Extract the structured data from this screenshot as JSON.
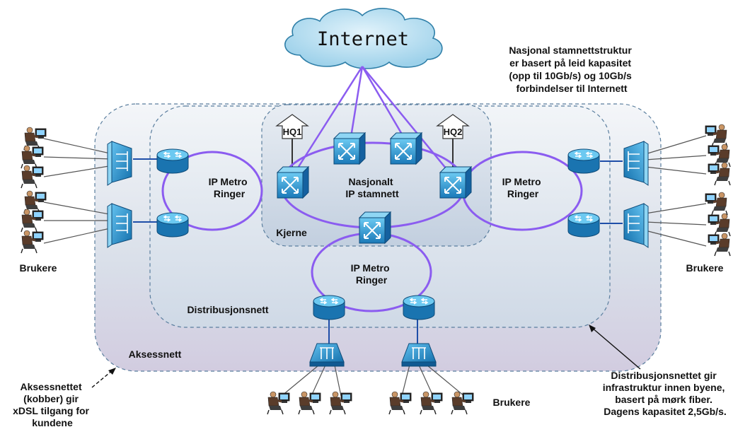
{
  "diagram": {
    "cloud_label": "Internet",
    "backbone_note": [
      "Nasjonal stamnettstruktur",
      "er basert på leid kapasitet",
      "(opp til 10Gb/s) og 10Gb/s",
      "forbindelser til Internett"
    ],
    "hq1": "HQ1",
    "hq2": "HQ2",
    "core_title": [
      "Nasjonalt",
      "IP stamnett"
    ],
    "core_zone": "Kjerne",
    "metro_ring": [
      "IP Metro",
      "Ringer"
    ],
    "distribution_zone": "Distribusjonsnett",
    "access_zone": "Aksessnett",
    "users": "Brukere",
    "access_note": [
      "Aksessnettet",
      "(kobber) gir",
      "xDSL tilgang for",
      "kundene"
    ],
    "distribution_note": [
      "Distribusjonsnettet gir",
      "infrastruktur innen byene,",
      "basert på mørk fiber.",
      "Dagens kapasitet 2,5Gb/s."
    ]
  },
  "colors": {
    "ring": "#8b5cf0",
    "router_blue": "#1f86c8",
    "switch_blue": "#2aa0e0",
    "zone_fill": "#dde4ee",
    "zone_border": "#5a7e9e",
    "cloud": "#b5dcee"
  },
  "icons": {
    "router": "router-icon",
    "core_switch": "switch-icon",
    "access_switch": "access-switch-icon",
    "user": "user-workstation-icon",
    "hq": "hq-arrow-icon"
  }
}
